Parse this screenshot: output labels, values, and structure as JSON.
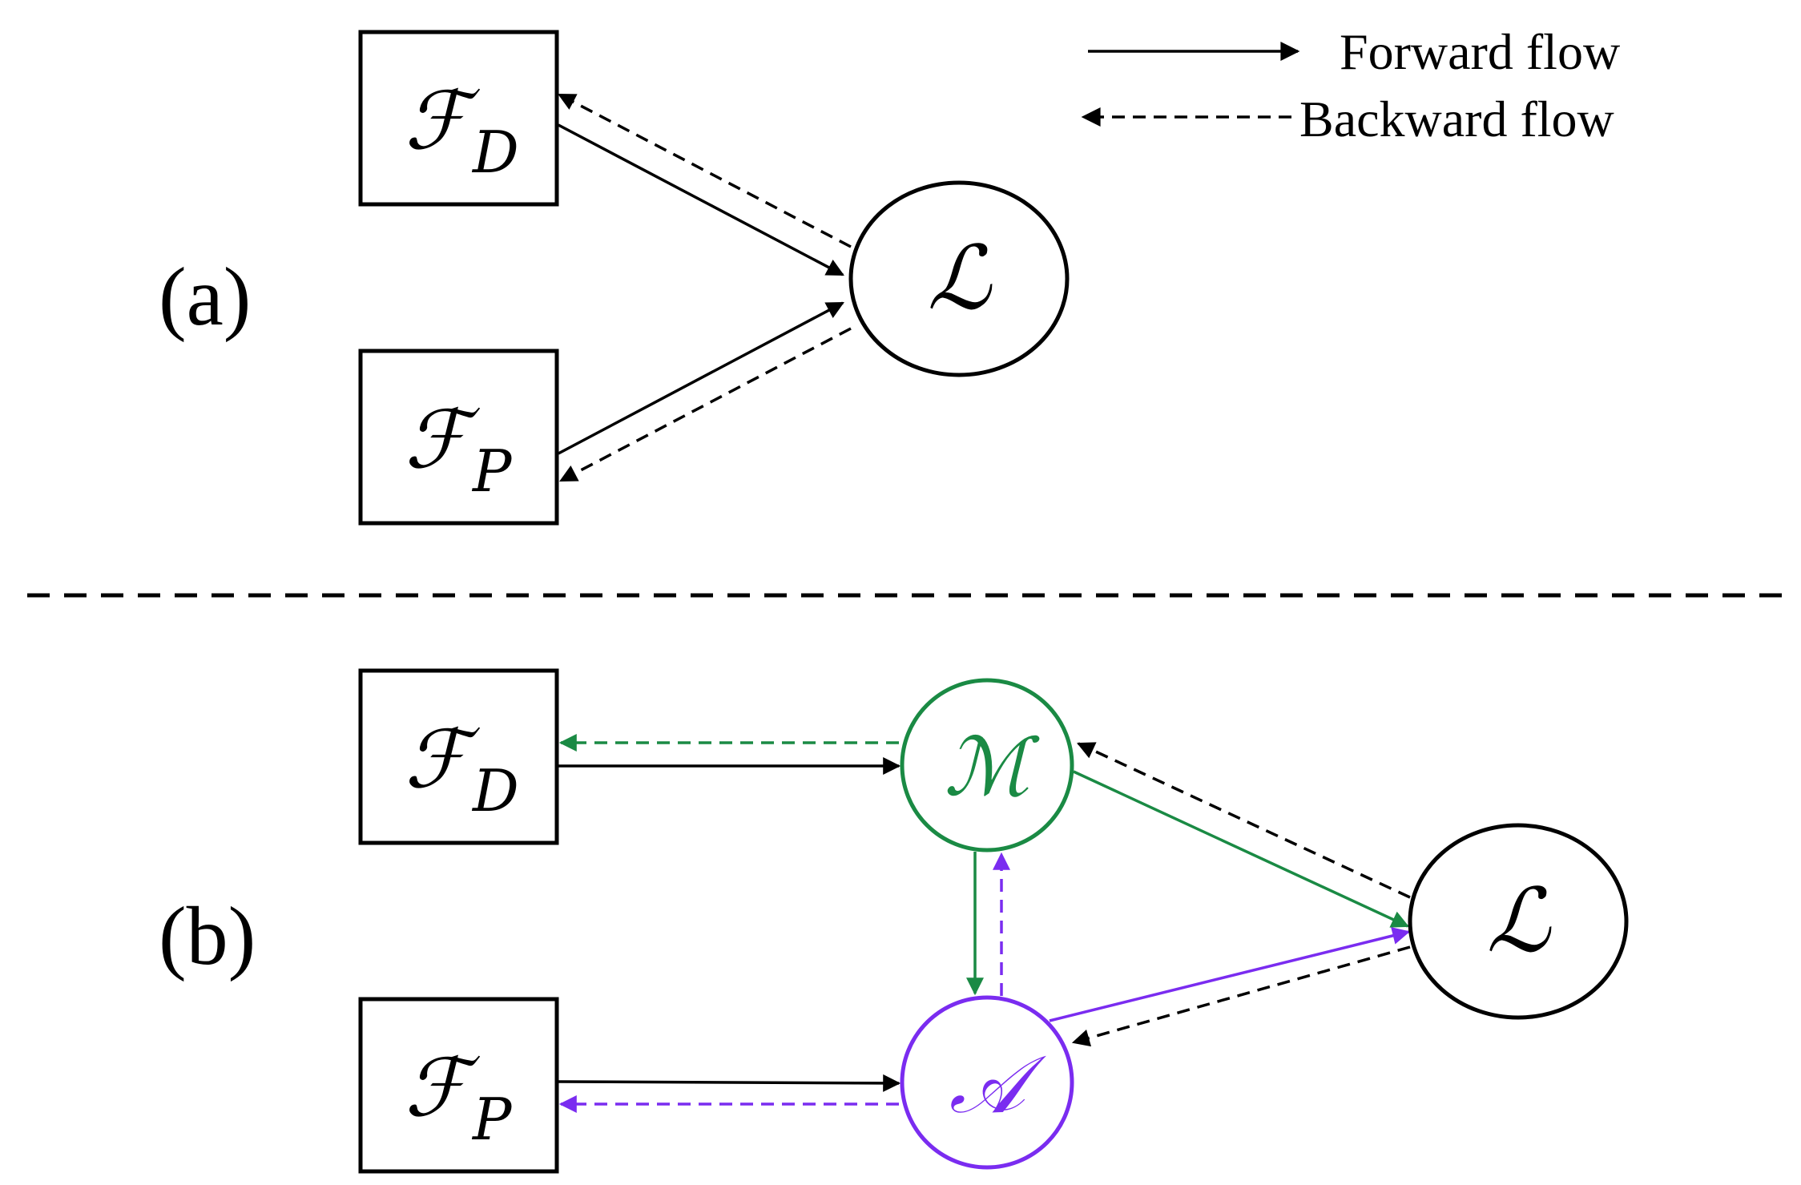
{
  "legend": {
    "forward_label": "Forward flow",
    "backward_label": "Backward flow"
  },
  "panel_a": {
    "label": "(a)",
    "nodes": {
      "fd": {
        "symbol": "ℱ",
        "subscript": "D"
      },
      "fp": {
        "symbol": "ℱ",
        "subscript": "P"
      },
      "loss": {
        "symbol": "ℒ"
      }
    }
  },
  "panel_b": {
    "label": "(b)",
    "nodes": {
      "fd": {
        "symbol": "ℱ",
        "subscript": "D"
      },
      "fp": {
        "symbol": "ℱ",
        "subscript": "P"
      },
      "m": {
        "symbol": "ℳ"
      },
      "a": {
        "symbol": "𝒜"
      },
      "loss": {
        "symbol": "ℒ"
      }
    }
  },
  "colors": {
    "black": "#000000",
    "green": "#1a8a44",
    "purple": "#7a2cf0"
  }
}
